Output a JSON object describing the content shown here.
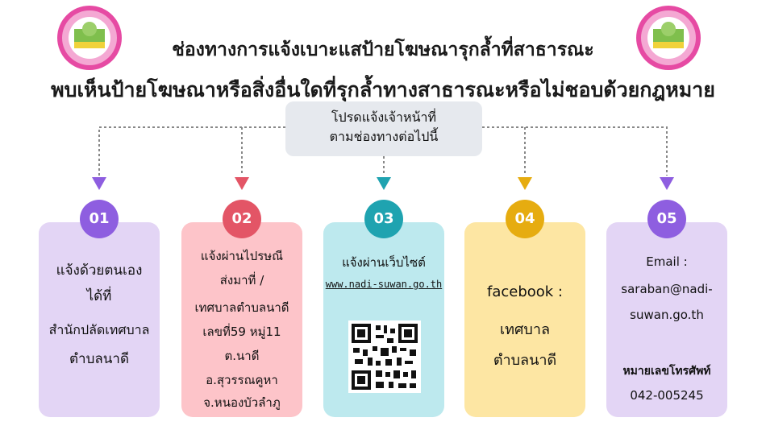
{
  "title": {
    "line1": "ช่องทางการแจ้งเบาะแสป้ายโฆษณารุกล้ำที่สาธารณะ",
    "line2": "พบเห็นป้ายโฆษณาหรือสิ่งอื่นใดที่รุกล้ำทางสาธารณะหรือไม่ชอบด้วยกฎหมาย"
  },
  "notice": {
    "line1": "โปรดแจ้งเจ้าหน้าที่",
    "line2": "ตามช่องทางต่อไปนี้"
  },
  "colors": {
    "purple": "#8e5ee0",
    "red": "#e35566",
    "teal": "#1fa3b0",
    "yellow": "#e6ac10"
  },
  "seal_icon": "municipality-seal-icon",
  "channels": [
    {
      "number": "01",
      "lines": [
        "แจ้งด้วยตนเอง",
        "ได้ที่",
        "สำนักปลัดเทศบาล",
        "ตำบลนาดี"
      ]
    },
    {
      "number": "02",
      "lines": [
        "แจ้งผ่านไปรษณี",
        "ส่งมาที่ /",
        "เทศบาลตำบลนาดี",
        "เลขที่59 หมู่11",
        "ต.นาดี",
        "อ.สุวรรณคูหา",
        "จ.หนองบัวลำภู"
      ]
    },
    {
      "number": "03",
      "lines": [
        "แจ้งผ่านเว็บไซต์",
        "www.nadi-suwan.go.th"
      ],
      "qr_icon": "qr-code-icon"
    },
    {
      "number": "04",
      "lines": [
        "facebook :",
        "เทศบาล",
        "ตำบลนาดี"
      ]
    },
    {
      "number": "05",
      "lines": [
        "Email :",
        "saraban@nadi-",
        "suwan.go.th",
        "หมายเลขโทรศัพท์",
        "042-005245"
      ]
    }
  ]
}
